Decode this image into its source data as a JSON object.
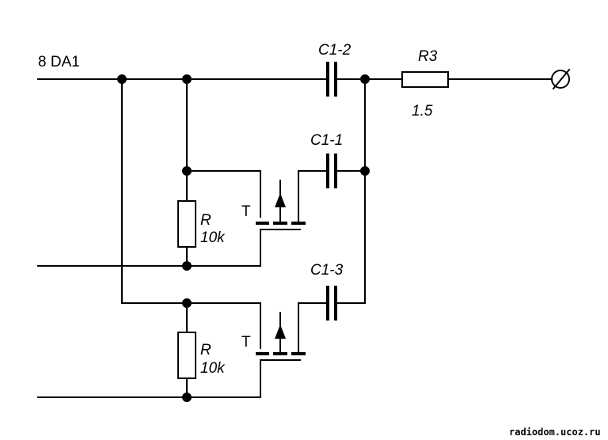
{
  "labels": {
    "input": "8 DA1",
    "c1_2": "C1-2",
    "c1_1": "C1-1",
    "c1_3": "C1-3",
    "r3_name": "R3",
    "r3_value": "1.5",
    "r_top_name": "R",
    "r_top_value": "10k",
    "r_bot_name": "R",
    "r_bot_value": "10k",
    "t_top": "T",
    "t_bot": "T"
  },
  "watermark": "radiodom.ucoz.ru",
  "output_terminal_symbol": "⌀"
}
